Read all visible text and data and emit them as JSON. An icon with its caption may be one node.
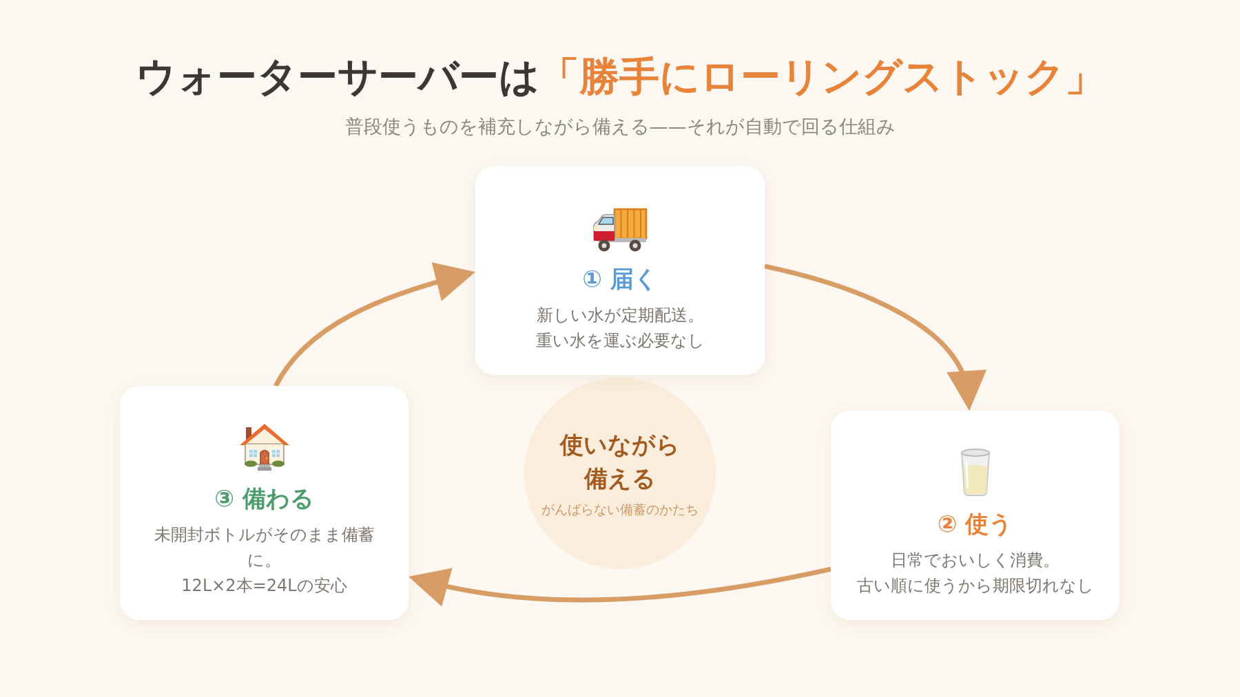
{
  "diagram": {
    "title": "ウォーターサーバーは**「勝手にローリングストック」**",
    "nodes": [
      {
        "text": [
          "① 届く",
          "新しい水が定期配送。",
          "重い水を運ぶ必要なし"
        ]
      },
      {
        "text": [
          "② 使う",
          "日常でおいしく消費。",
          "古い順に使うから期限切れなし"
        ]
      },
      {
        "text": [
          "③ 備わる",
          "未開封ボトルがそのまま備蓄に。",
          "12L×2本=24Lの安心"
        ]
      },
      {
        "text": [
          "使いながら備える",
          "がんばらない備蓄のかたち"
        ]
      }
    ],
    "edges": [
      {
        "from": 0,
        "to": 1,
        "arrow": "to"
      },
      {
        "from": 1,
        "to": 2,
        "arrow": "to"
      },
      {
        "from": 2,
        "to": 0,
        "arrow": "to"
      }
    ],
    "labels": [
      "普段使うものを補充しながら備える——それが自動で回る仕組み"
    ]
  }
}
